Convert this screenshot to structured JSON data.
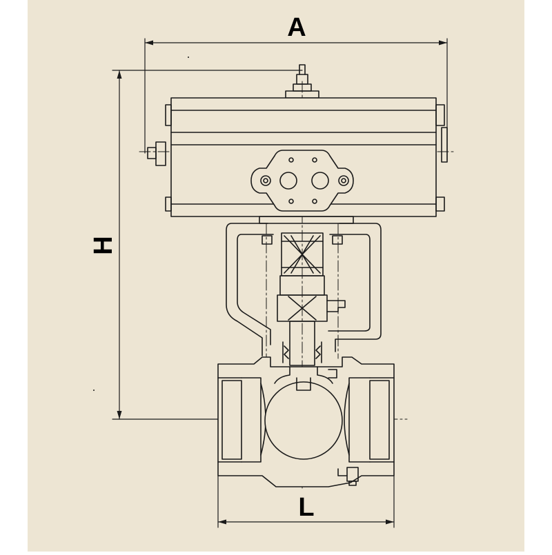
{
  "colors": {
    "paper": "#ede5d3",
    "line": "#1a1a1a",
    "fill": "#ede5d3"
  },
  "labels": {
    "width_dimension": "A",
    "height_dimension": "H",
    "length_dimension": "L"
  }
}
